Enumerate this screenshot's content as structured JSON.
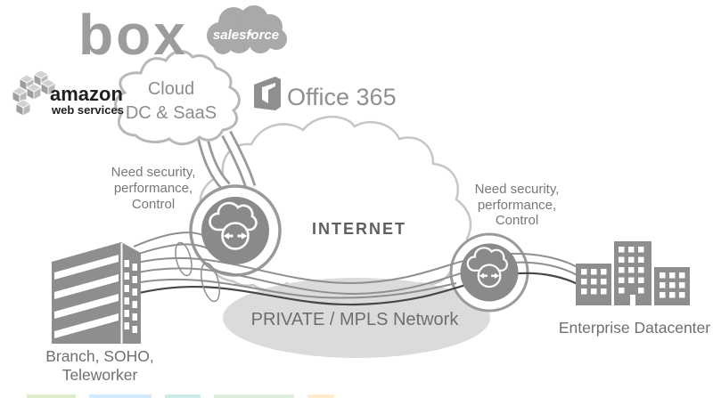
{
  "colors": {
    "logo_gray": "#9c9c9c",
    "salesforce_gray": "#a9a9a9",
    "aws_text": "#1f1f1f",
    "cube_top": "#d2d2d2",
    "cube_left": "#9e9e9e",
    "cube_right": "#b9b9b9",
    "office_gray": "#8f8f8f",
    "saas_cloud_outline": "#b8b8b8",
    "internet_cloud_outline": "#c6c6c6",
    "internet_text": "#5e5e5e",
    "label_gray": "#787878",
    "caption_gray": "#6f6f6f",
    "node_ring": "#9a9a9a",
    "node_fill": "#8a8a8a",
    "building_gray": "#8e8e8e",
    "mpls_fill": "#dbdbdb",
    "mpls_text": "#6e6e6e",
    "line_gray": "#8f8f8f",
    "line_dark": "#474747"
  },
  "logos": {
    "box": {
      "label": "box"
    },
    "salesforce": {
      "label": "salesforce",
      "icon": "salesforce-cloud-icon"
    },
    "aws": {
      "line1": "amazon",
      "line2": "web services",
      "icon": "aws-cubes-icon"
    },
    "office365": {
      "label": "Office 365",
      "icon": "office-logo-icon"
    }
  },
  "clouds": {
    "saas": {
      "line1": "Cloud",
      "line2": "DC & SaaS"
    },
    "internet": {
      "label": "INTERNET"
    },
    "mpls": {
      "label": "PRIVATE / MPLS Network"
    }
  },
  "nodes": {
    "left": {
      "icon": "cloud-bidirectional-arrows-icon",
      "label": {
        "line1": "Need security,",
        "line2": "performance,",
        "line3": "Control"
      }
    },
    "right": {
      "icon": "cloud-bidirectional-arrows-icon",
      "label": {
        "line1": "Need security,",
        "line2": "performance,",
        "line3": "Control"
      }
    }
  },
  "sites": {
    "branch": {
      "line1": "Branch, SOHO,",
      "line2": "Teleworker",
      "icon": "office-building-icon"
    },
    "datacenter": {
      "label": "Enterprise Datacenter",
      "icon": "datacenter-buildings-icon"
    }
  }
}
